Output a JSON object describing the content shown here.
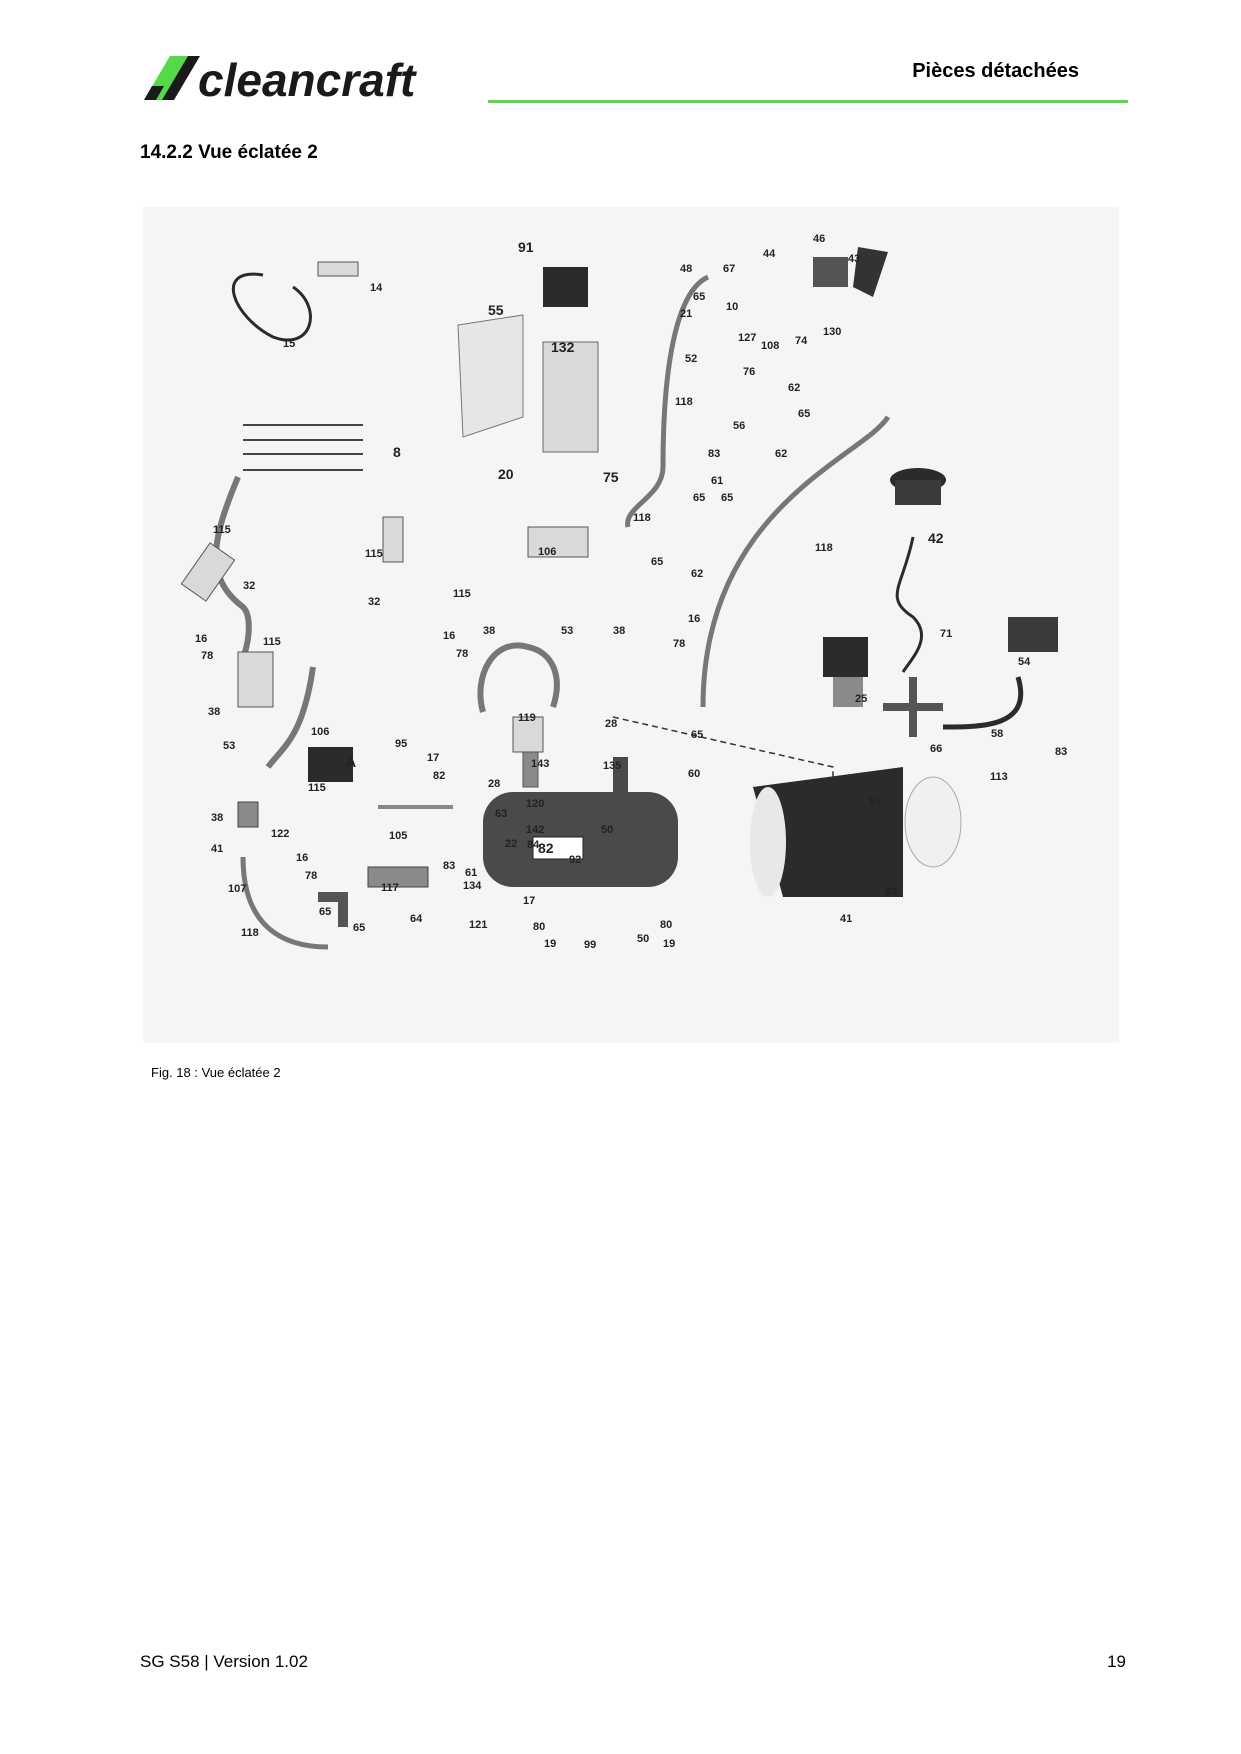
{
  "header": {
    "brand": "cleancraft",
    "title": "Pièces détachées"
  },
  "section": {
    "title": "14.2.2 Vue éclatée 2"
  },
  "figure": {
    "caption": "Fig. 18 : Vue éclatée 2",
    "labels": [
      "91",
      "46",
      "43",
      "44",
      "48",
      "67",
      "65",
      "10",
      "21",
      "14",
      "15",
      "55",
      "132",
      "127",
      "108",
      "74",
      "130",
      "52",
      "76",
      "62",
      "118",
      "65",
      "56",
      "8",
      "83",
      "62",
      "20",
      "75",
      "61",
      "65",
      "65",
      "118",
      "118",
      "42",
      "115",
      "115",
      "106",
      "65",
      "62",
      "32",
      "32",
      "115",
      "16",
      "78",
      "38",
      "53",
      "38",
      "16",
      "78",
      "16",
      "78",
      "115",
      "71",
      "54",
      "38",
      "28",
      "119",
      "25",
      "53",
      "106",
      "95",
      "17",
      "82",
      "143",
      "135",
      "65",
      "66",
      "58",
      "83",
      "60",
      "A",
      "28",
      "113",
      "115",
      "120",
      "59",
      "63",
      "38",
      "122",
      "105",
      "142",
      "50",
      "22",
      "84",
      "41",
      "16",
      "83",
      "92",
      "107",
      "78",
      "117",
      "61",
      "17",
      "82",
      "134",
      "65",
      "64",
      "121",
      "83",
      "41",
      "118",
      "65",
      "80",
      "80",
      "19",
      "99",
      "50",
      "19"
    ],
    "colors": {
      "background": "#f5f5f5",
      "part_dark": "#2b2b2b",
      "part_mid": "#8a8a8a",
      "part_light": "#d9d9d9"
    }
  },
  "footer": {
    "doc": "SG S58 | Version 1.02",
    "page": "19"
  }
}
